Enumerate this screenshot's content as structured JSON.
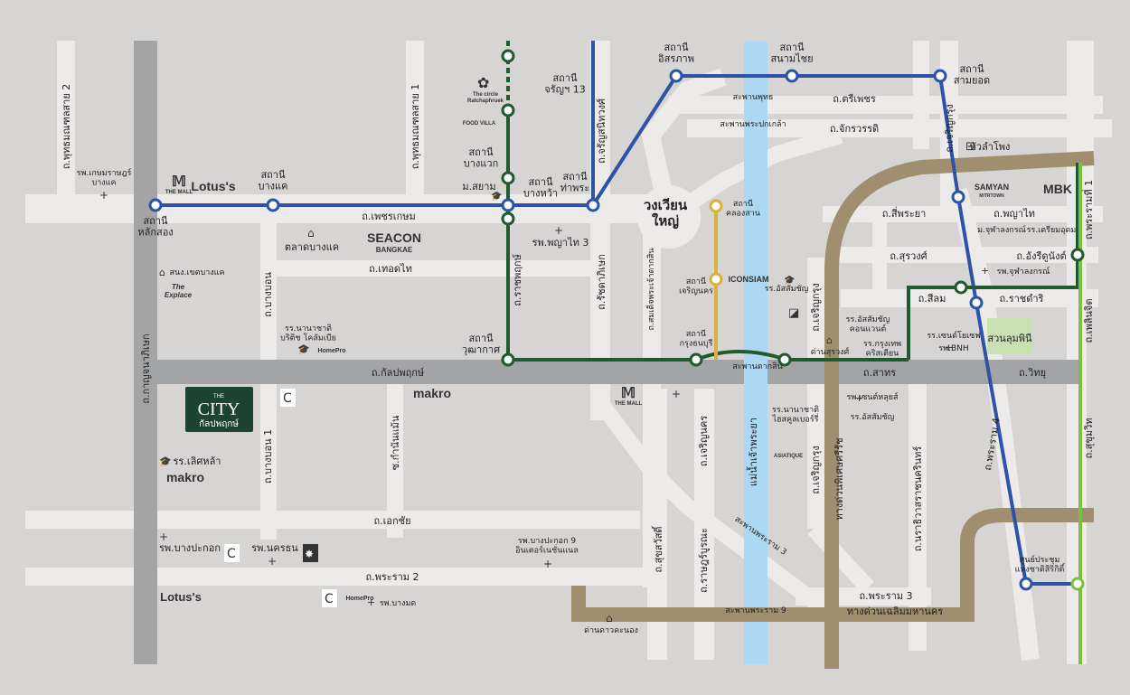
{
  "colors": {
    "background": "#d7d5d4",
    "road": "#ecebea",
    "main_road": "#a3a4a5",
    "river": "#add8f4",
    "expressway": "#a08f6e",
    "line_blue": "#2c53a6",
    "line_green": "#1f5b2e",
    "line_lightgreen": "#7ac043",
    "line_gold": "#d8b23c",
    "park": "#c9e0b3",
    "city_logo_bg": "#1d4431"
  },
  "stations": {
    "lak_song": "สถานี\nหลักสอง",
    "bang_khae": "สถานี\nบางแค",
    "bang_wa": "สถานี\nบางหว้า",
    "tha_phra": "สถานี\nท่าพระ",
    "charan13": "สถานี\nจรัญฯ 13",
    "itsaraphap": "สถานี\nอิสรภาพ",
    "sanam_chai": "สถานี\nสนามไชย",
    "sam_yot": "สถานี\nสามยอด",
    "bang_waek": "สถานี\nบางแวก",
    "m_siam": "ม.สยาม",
    "khlong_san": "สถานี\nคลองสาน",
    "charoen_nakhon": "สถานี\nเจริญนคร",
    "krung_thon": "สถานี\nกรุงธนบุรี",
    "wutthakat": "สถานี\nวุฒากาศ",
    "national_convention": "ศูนย์ประชุม\nแห่งชาติสิริกิติ์"
  },
  "roads": {
    "phetkasem": "ถ.เพชรเกษม",
    "kanlapaphruek": "ถ.กัลปพฤกษ์",
    "thoet_thai": "ถ.เทอดไท",
    "ekkachai": "ถ.เอกชัย",
    "rama2": "ถ.พระราม 2",
    "kanchanaphisek": "ถ.กาญจนาภิเษก",
    "phutthamonthon2": "ถ.พุทธมณฑลสาย 2",
    "phutthamonthon1": "ถ.พุทธมณฑลสาย 1",
    "bang_bon": "ถ.บางบอน",
    "bang_bon1": "ถ.บางบอน 1",
    "kamnan_maen": "ซ.กำนันแม้น",
    "ratchaphruek": "ถ.ราชพฤกษ์",
    "ratchadaphisek": "ถ.รัชดาภิเษก",
    "somdet_chao_tak": "ถ.สมเด็จพระเจ้าตากสิน",
    "charansanitwong": "ถ.จรัญสนิทวงศ์",
    "sukhumvit": "ถ.สุขุมวิท",
    "rama4": "ถ.พระราม 4",
    "rama3": "ถ.พระราม 3",
    "rama1": "ถ.พระรามที่ 1",
    "phloen_chit": "ถ.เพลินจิต",
    "trai_phet": "ถ.ตรีเพชร",
    "chakkrawat": "ถ.จักรวรรดิ",
    "si_phraya": "ถ.สี่พระยา",
    "surawong": "ถ.สุรวงศ์",
    "silom": "ถ.สีลม",
    "sathon": "ถ.สาทร",
    "witthayu": "ถ.วิทยุ",
    "ratchadamri": "ถ.ราชดำริ",
    "henri_dunant": "ถ.อังรีดูนังต์",
    "phaya_thai": "ถ.พญาไท",
    "charoen_krung": "ถ.เจริญกรุง",
    "charoen_nakhon_rd": "ถ.เจริญนคร",
    "suk_sawat": "ถ.สุขสวัสดิ์",
    "rat_burana": "ถ.ราษฎร์บูรณะ",
    "narathiwat": "ถ.นราธิวาสราชนครินทร์",
    "charoen_krung_right": "ถ.เจริญกรุง",
    "charoen_krung_lower": "ถ.เจริญกรุง"
  },
  "bridges": {
    "phra_phuttha": "สะพานพุทธ",
    "pokklao": "สะพานพระปกเกล้า",
    "taksin": "สะพานตากสิน",
    "rama9": "สะพานพระราม 9",
    "rama3_bridge": "สะพานพระราม 3"
  },
  "places": {
    "wongwian_yai": "วงเวียน\nใหญ่",
    "river": "แม่น้ำเจ้าพระยา",
    "hua_lamphong": "หัวลำโพง",
    "lumphini": "สวนลุมพินี",
    "talat_bang_khae": "ตลาดบางแค",
    "district_office": "สนง.เขตบางแค",
    "hosp_kasem": "รพ.เกษมราษฎร์\nบางแค",
    "hosp_phyathai3": "รพ.พญาไท 3",
    "school_nanachat": "รร.นานาชาติ\nบริติช โคลัมเบีย",
    "school_lertla": "รร.เลิศหล้า",
    "hosp_bangpakok": "รพ.บางปะกอก",
    "hosp_nakhon": "รพ.นครธน",
    "hosp_bangpakok9": "รพ.บางปะกอก 9\nอินเตอร์เนชั่นแนล",
    "hosp_bangmod": "รพ.บางมด",
    "hosp_saint_louis": "รพ.เซนต์หลุยส์",
    "school_assumption1": "รร.อัสสัมชัญ",
    "school_assumption2": "รร.อัสสัมชัญ\nคอนแวนต์",
    "school_bkk_christian": "รร.กรุงเทพ\nคริสเตียน",
    "school_saint_joseph": "รร.เซนต์โยเซฟ",
    "hosp_bnh": "รพ.BNH",
    "school_chula": "ม.จุฬาลงกรณ์",
    "school_triam": "รร.เตรียมอุดม",
    "hosp_chula": "รพ.จุฬาลงกรณ์",
    "school_assumption3": "รร.อัสสัมชัญ",
    "school_sriprat": "รร.นานาชาติ\nไฮสคูลเบอร์รี่",
    "checkpoint_dao": "ด่านดาวคะนอง",
    "checkpoint_suwong": "ด่านสุรวงศ์",
    "expressway_sri_rat": "ทางด่วนพิเศษศรีรัช",
    "expressway_chaloem": "ทางด่วนเฉลิมมหานคร"
  },
  "brands": {
    "the_mall": "THE MALL",
    "lotus": "Lotus's",
    "seacon": "SEACON",
    "seacon_sub": "BANGKAE",
    "makro": "makro",
    "homepro": "HomePro",
    "iconsiam": "ICONSIAM",
    "samyan": "SAMYAN",
    "samyan_sub": "MITRTOWN",
    "mbk": "MBK",
    "asiatique": "ASIATIQUE",
    "the_circle": "The circle\nRatchaphruek",
    "food_villa": "FOOD VILLA",
    "the_explace": "The\nExplace",
    "city_small": "THE",
    "city_main": "CITY",
    "city_sub": "กัลปพฤกษ์"
  }
}
